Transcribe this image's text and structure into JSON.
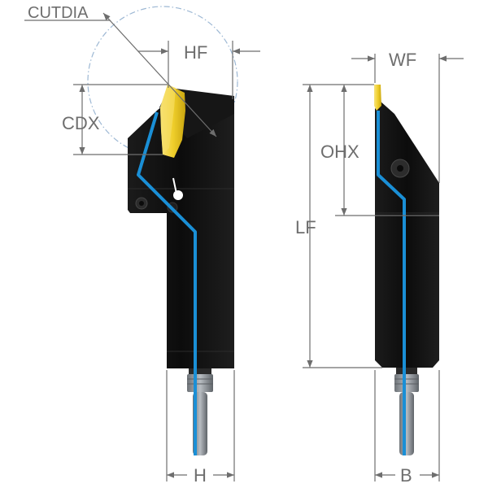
{
  "labels": {
    "cutdia": "CUTDIA",
    "hf": "HF",
    "cdx": "CDX",
    "wf": "WF",
    "ohx": "OHX",
    "lf": "LF",
    "h": "H",
    "b": "B"
  },
  "colors": {
    "body": "#111111",
    "insert": "#f2d33a",
    "coolant": "#1a8fd6",
    "shank": "#8c9196",
    "dimension": "#6e6e6e",
    "circle": "#9db8d4"
  }
}
